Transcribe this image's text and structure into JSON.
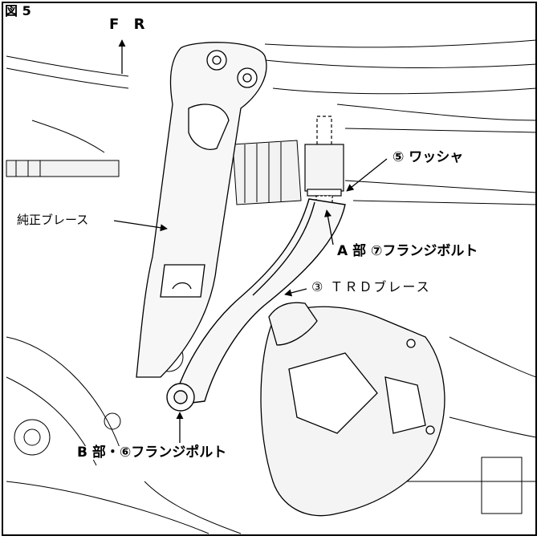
{
  "figure": {
    "label": "図 5",
    "direction": "F R"
  },
  "callouts": {
    "washer": "⑤ ワッシャ",
    "stock_brace": "純正ブレース",
    "flange_bolt_a": "A 部 ⑦フランジボルト",
    "trd_brace": "③ ＴＲＤブレース",
    "flange_bolt_b": "B 部・⑥フランジポルト"
  },
  "colors": {
    "line": "#000000",
    "background": "#ffffff",
    "parts_fill": "#f2f2f2"
  }
}
